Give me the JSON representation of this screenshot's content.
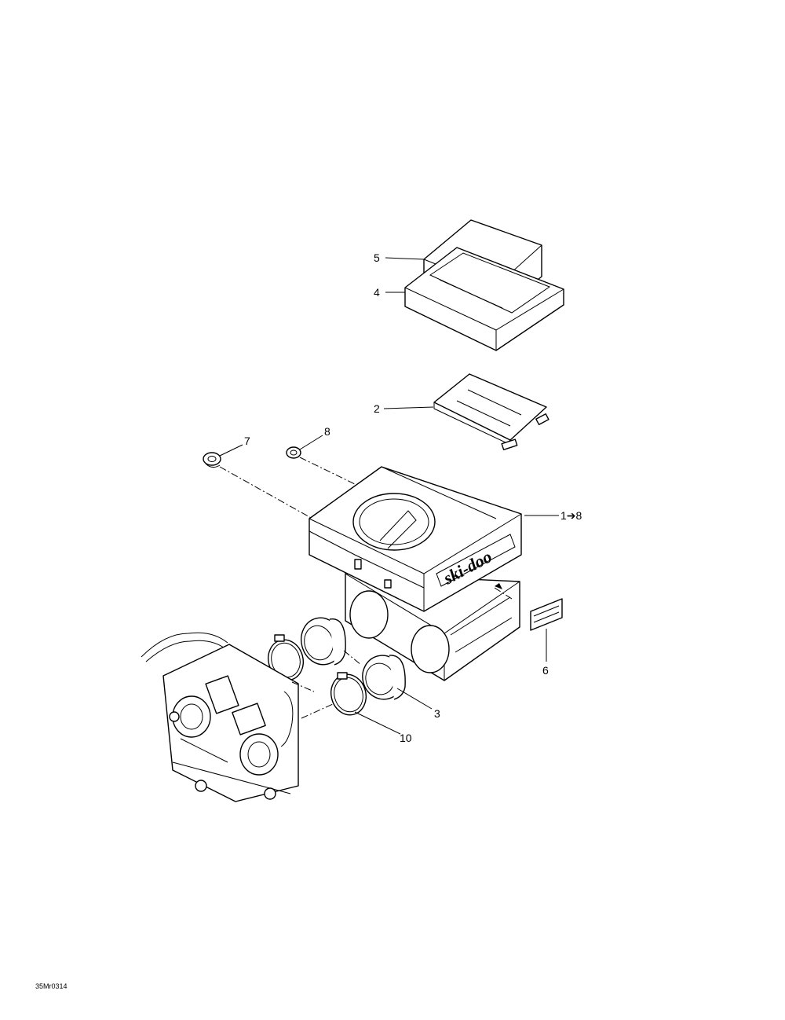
{
  "diagram": {
    "callouts": {
      "c5": "5",
      "c4": "4",
      "c2": "2",
      "c7": "7",
      "c8": "8",
      "c1": "1➔8",
      "c6": "6",
      "c3": "3",
      "c10": "10"
    },
    "logo_text": "ski-doo",
    "figure_code": "35Mr0314"
  }
}
